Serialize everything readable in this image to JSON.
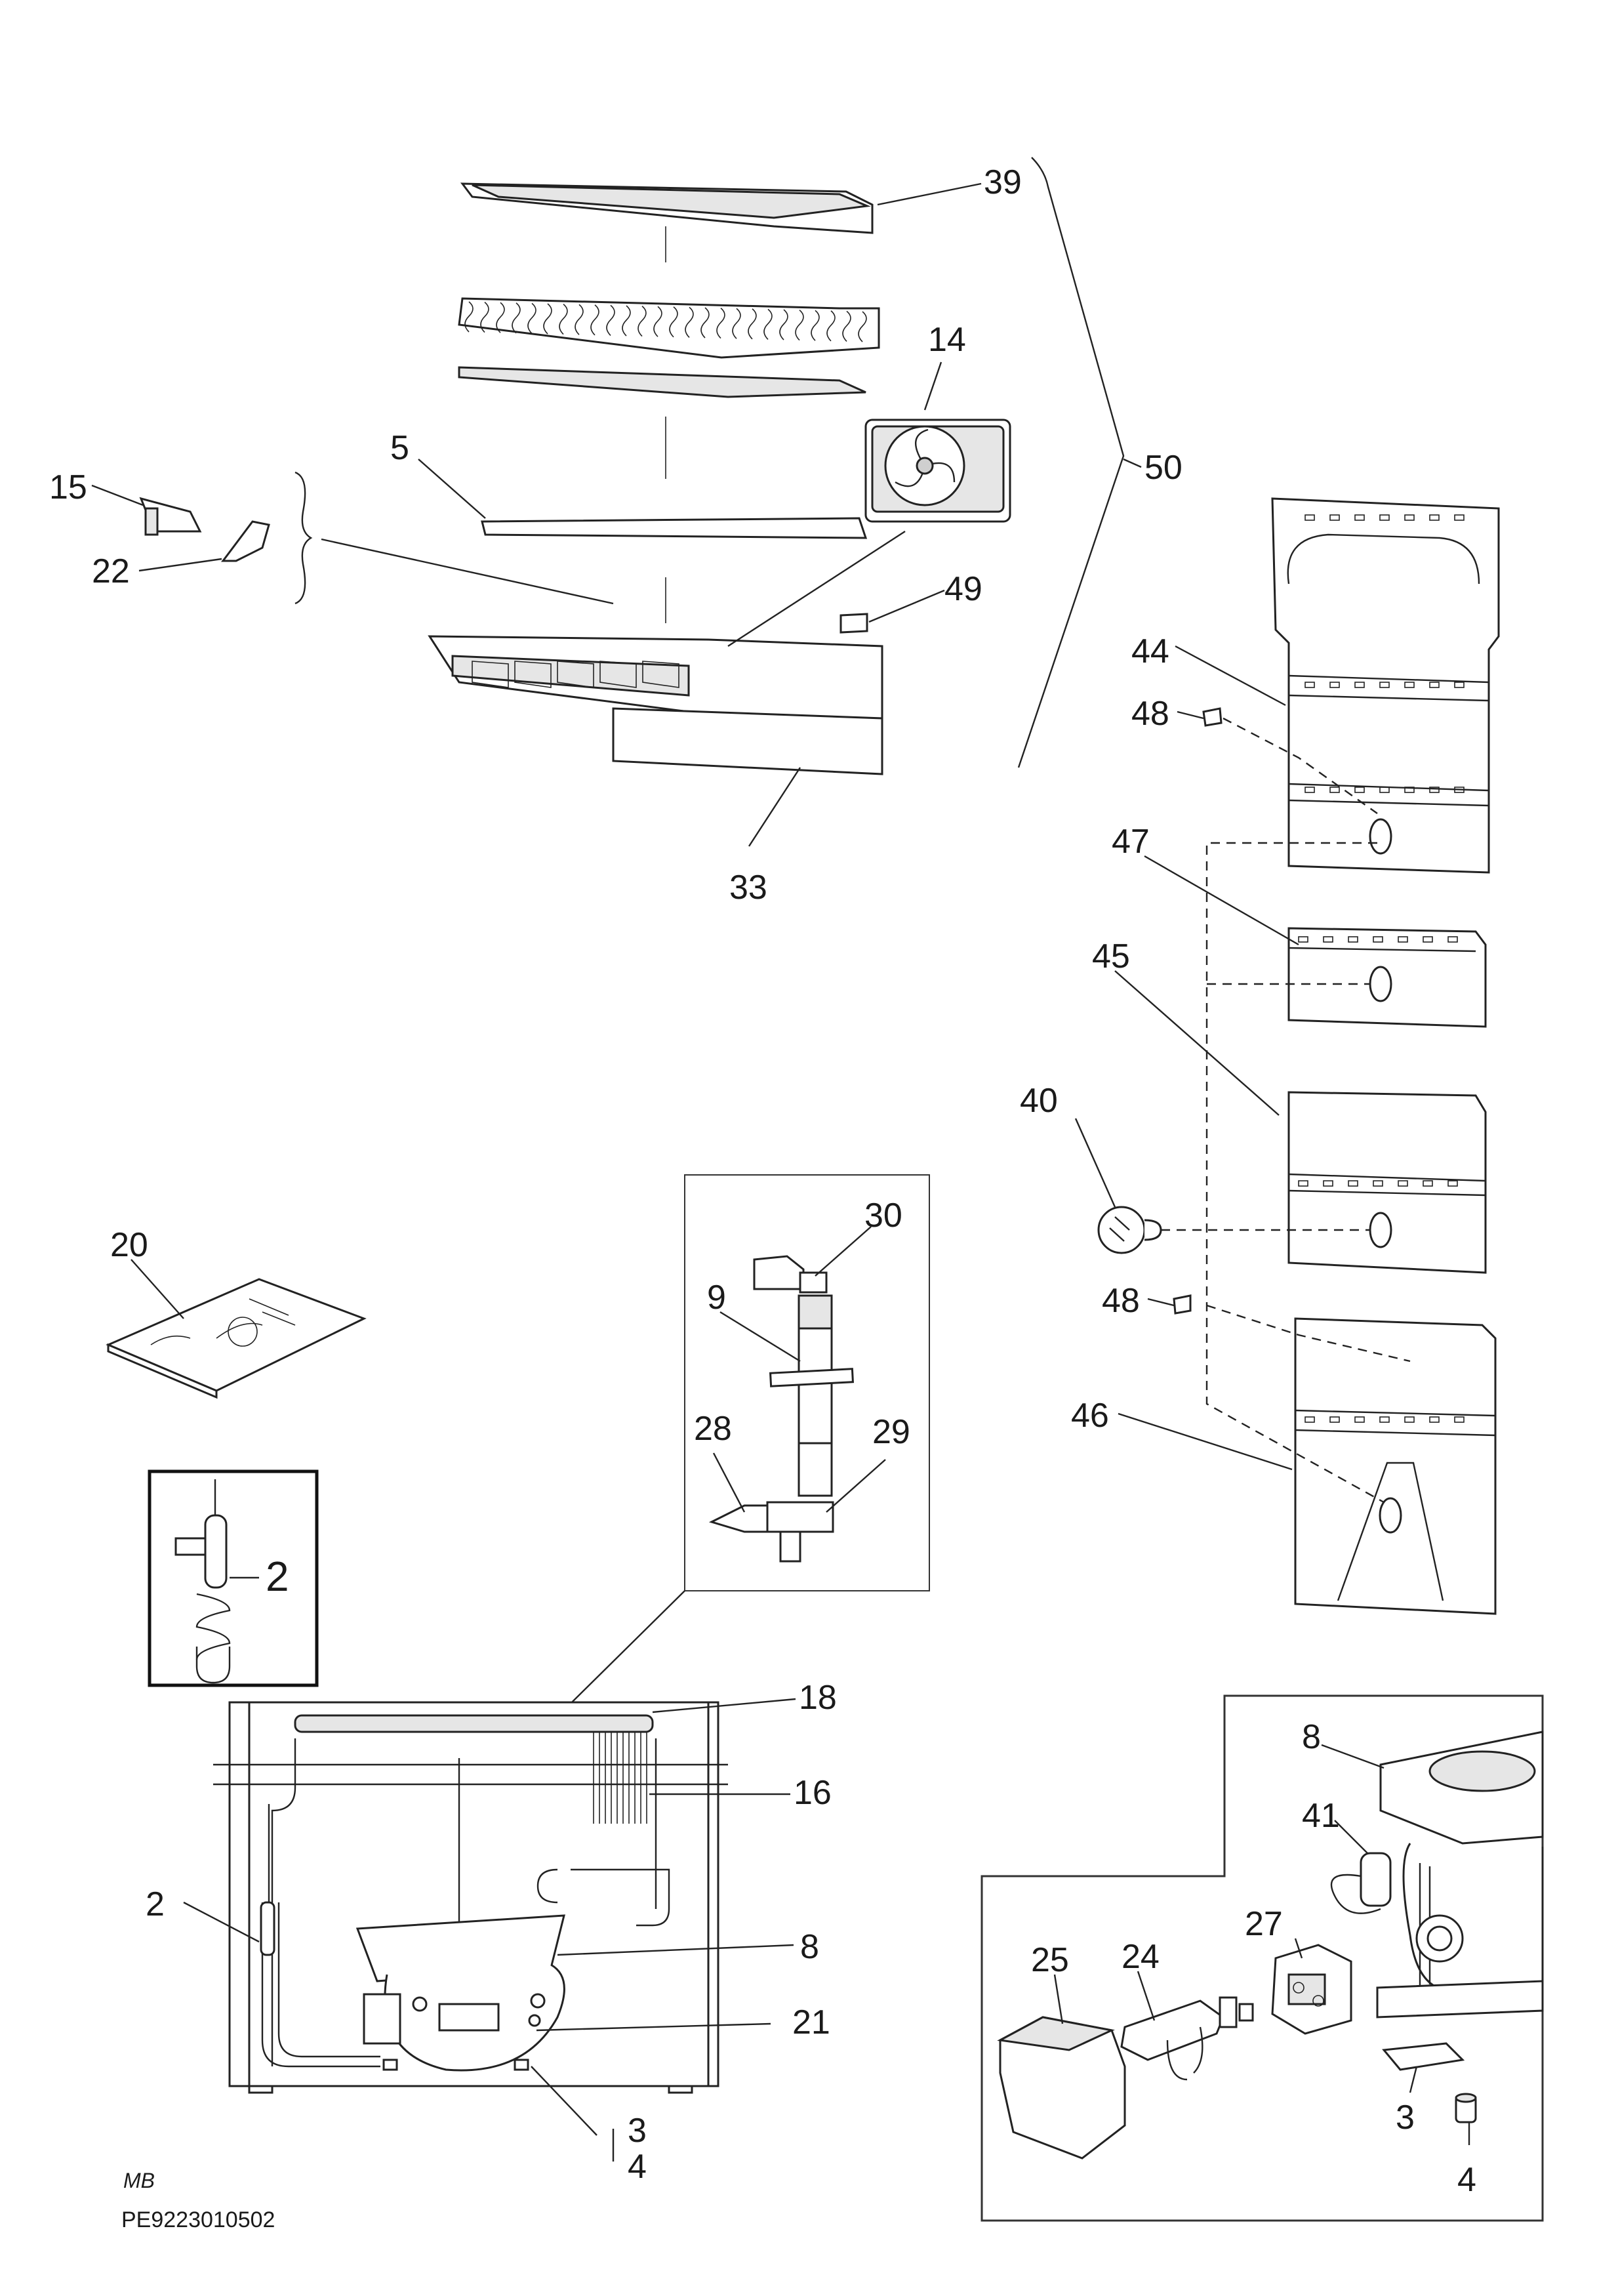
{
  "labels": {
    "p2a": "2",
    "p2b": "2",
    "p3a": "3",
    "p3b": "3",
    "p4a": "4",
    "p4b": "4",
    "p5": "5",
    "p8a": "8",
    "p8b": "8",
    "p9": "9",
    "p14": "14",
    "p15": "15",
    "p16": "16",
    "p18": "18",
    "p20": "20",
    "p21": "21",
    "p22": "22",
    "p24": "24",
    "p25": "25",
    "p27": "27",
    "p28": "28",
    "p29": "29",
    "p30": "30",
    "p33": "33",
    "p39": "39",
    "p40": "40",
    "p41": "41",
    "p44": "44",
    "p45": "45",
    "p46": "46",
    "p47": "47",
    "p48a": "48",
    "p48b": "48",
    "p49": "49",
    "p50": "50"
  },
  "footer": {
    "author": "MB",
    "drawing_code": "PE9223010502"
  }
}
